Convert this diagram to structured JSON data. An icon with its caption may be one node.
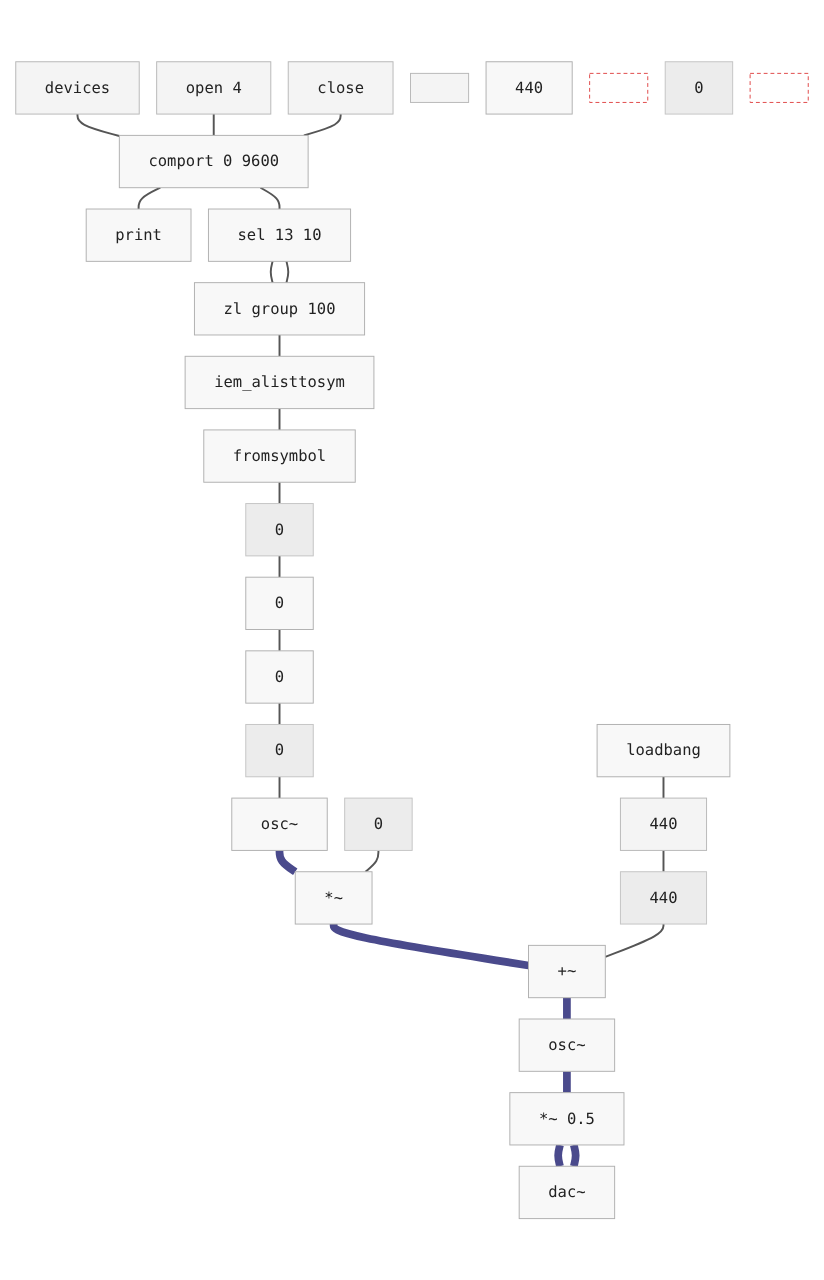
{
  "diagram": {
    "nodes": [
      {
        "text": [
          "devices"
        ]
      },
      {
        "text": [
          "open 4"
        ]
      },
      {
        "text": [
          "close"
        ]
      },
      {
        "text": [
          "comport 0 9600"
        ]
      },
      {
        "text": [
          "print"
        ]
      },
      {
        "text": [
          "sel 13 10"
        ]
      },
      {
        "text": [
          "zl group 100"
        ]
      },
      {
        "text": [
          "iem_alisttosym"
        ]
      },
      {
        "text": [],
        "shape": "box"
      },
      {
        "text": [
          "fromsymbol"
        ]
      },
      {
        "text": [
          "440"
        ]
      },
      {
        "text": [
          "0"
        ]
      },
      {
        "text": [
          "loadbang"
        ]
      },
      {
        "text": [],
        "shape": "box"
      },
      {
        "text": [
          "0"
        ]
      },
      {
        "text": [
          "440"
        ]
      },
      {
        "text": [
          "0"
        ]
      },
      {
        "text": [
          "0"
        ]
      },
      {
        "text": [
          "0"
        ]
      },
      {
        "text": [
          "0"
        ]
      },
      {
        "text": [],
        "shape": "box"
      },
      {
        "text": [
          "440"
        ]
      },
      {
        "text": [
          "osc~"
        ]
      },
      {
        "text": [
          "*~"
        ]
      },
      {
        "text": [
          "+~"
        ]
      },
      {
        "text": [
          "osc~"
        ]
      },
      {
        "text": [
          "*~ 0.5"
        ]
      },
      {
        "text": [
          "dac~"
        ]
      }
    ],
    "edges": [
      {
        "from": 0,
        "to": 3,
        "arrow": "none"
      },
      {
        "from": 1,
        "to": 3,
        "arrow": "none"
      },
      {
        "from": 2,
        "to": 3,
        "arrow": "none"
      },
      {
        "from": 3,
        "to": 4,
        "arrow": "none"
      },
      {
        "from": 3,
        "to": 5,
        "arrow": "none"
      },
      {
        "from": 5,
        "to": 6,
        "arrow": "none"
      },
      {
        "from": 5,
        "to": 6,
        "arrow": "none"
      },
      {
        "from": 6,
        "to": 7,
        "arrow": "none"
      },
      {
        "from": 7,
        "to": 9,
        "arrow": "none"
      },
      {
        "from": 9,
        "to": 11,
        "arrow": "none"
      },
      {
        "from": 11,
        "to": 14,
        "arrow": "none"
      },
      {
        "from": 14,
        "to": 16,
        "arrow": "none"
      },
      {
        "from": 16,
        "to": 19,
        "arrow": "none"
      },
      {
        "from": 19,
        "to": 22,
        "arrow": "none"
      },
      {
        "from": 22,
        "to": 23,
        "arrow": "none",
        "style": "thick",
        "color": "#4a4a8c"
      },
      {
        "from": 18,
        "to": 23,
        "arrow": "none"
      },
      {
        "from": 12,
        "to": 15,
        "arrow": "none"
      },
      {
        "from": 15,
        "to": 21,
        "arrow": "none"
      },
      {
        "from": 23,
        "to": 24,
        "arrow": "none",
        "style": "thick",
        "color": "#4a4a8c"
      },
      {
        "from": 21,
        "to": 24,
        "arrow": "none"
      },
      {
        "from": 24,
        "to": 25,
        "arrow": "none",
        "style": "thick",
        "color": "#4a4a8c"
      },
      {
        "from": 25,
        "to": 26,
        "arrow": "none",
        "style": "thick",
        "color": "#4a4a8c"
      },
      {
        "from": 26,
        "to": 27,
        "arrow": "none",
        "style": "thick",
        "color": "#4a4a8c"
      },
      {
        "from": 26,
        "to": 27,
        "arrow": "none",
        "style": "thick",
        "color": "#4a4a8c"
      }
    ]
  }
}
